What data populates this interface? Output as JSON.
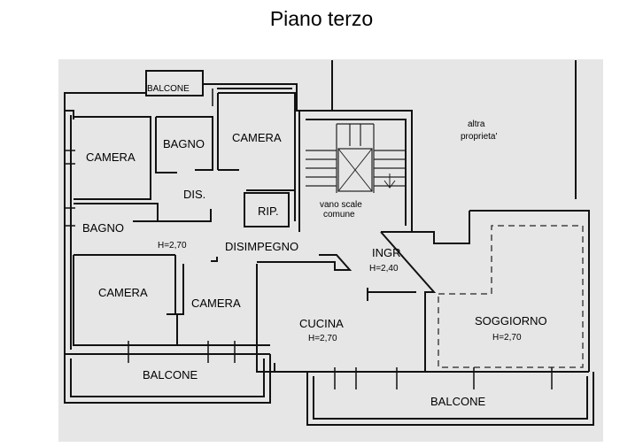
{
  "title": "Piano terzo",
  "labels": {
    "balcone_top": "BALCONE",
    "camera_nw": "CAMERA",
    "bagno_top": "BAGNO",
    "camera_top": "CAMERA",
    "dis": "DIS.",
    "rip": "RIP.",
    "vano_scale_1": "vano scale",
    "vano_scale_2": "comune",
    "altra_1": "altra",
    "altra_2": "proprieta'",
    "bagno_left": "BAGNO",
    "h_bagno": "H=2,70",
    "disimpegno": "DISIMPEGNO",
    "ingr": "INGR.",
    "h_ingr": "H=2,40",
    "camera_sw": "CAMERA",
    "camera_mid": "CAMERA",
    "cucina": "CUCINA",
    "h_cucina": "H=2,70",
    "soggiorno": "SOGGIORNO",
    "h_soggiorno": "H=2,70",
    "balcone_bottom_left": "BALCONE",
    "balcone_bottom_right": "BALCONE"
  }
}
